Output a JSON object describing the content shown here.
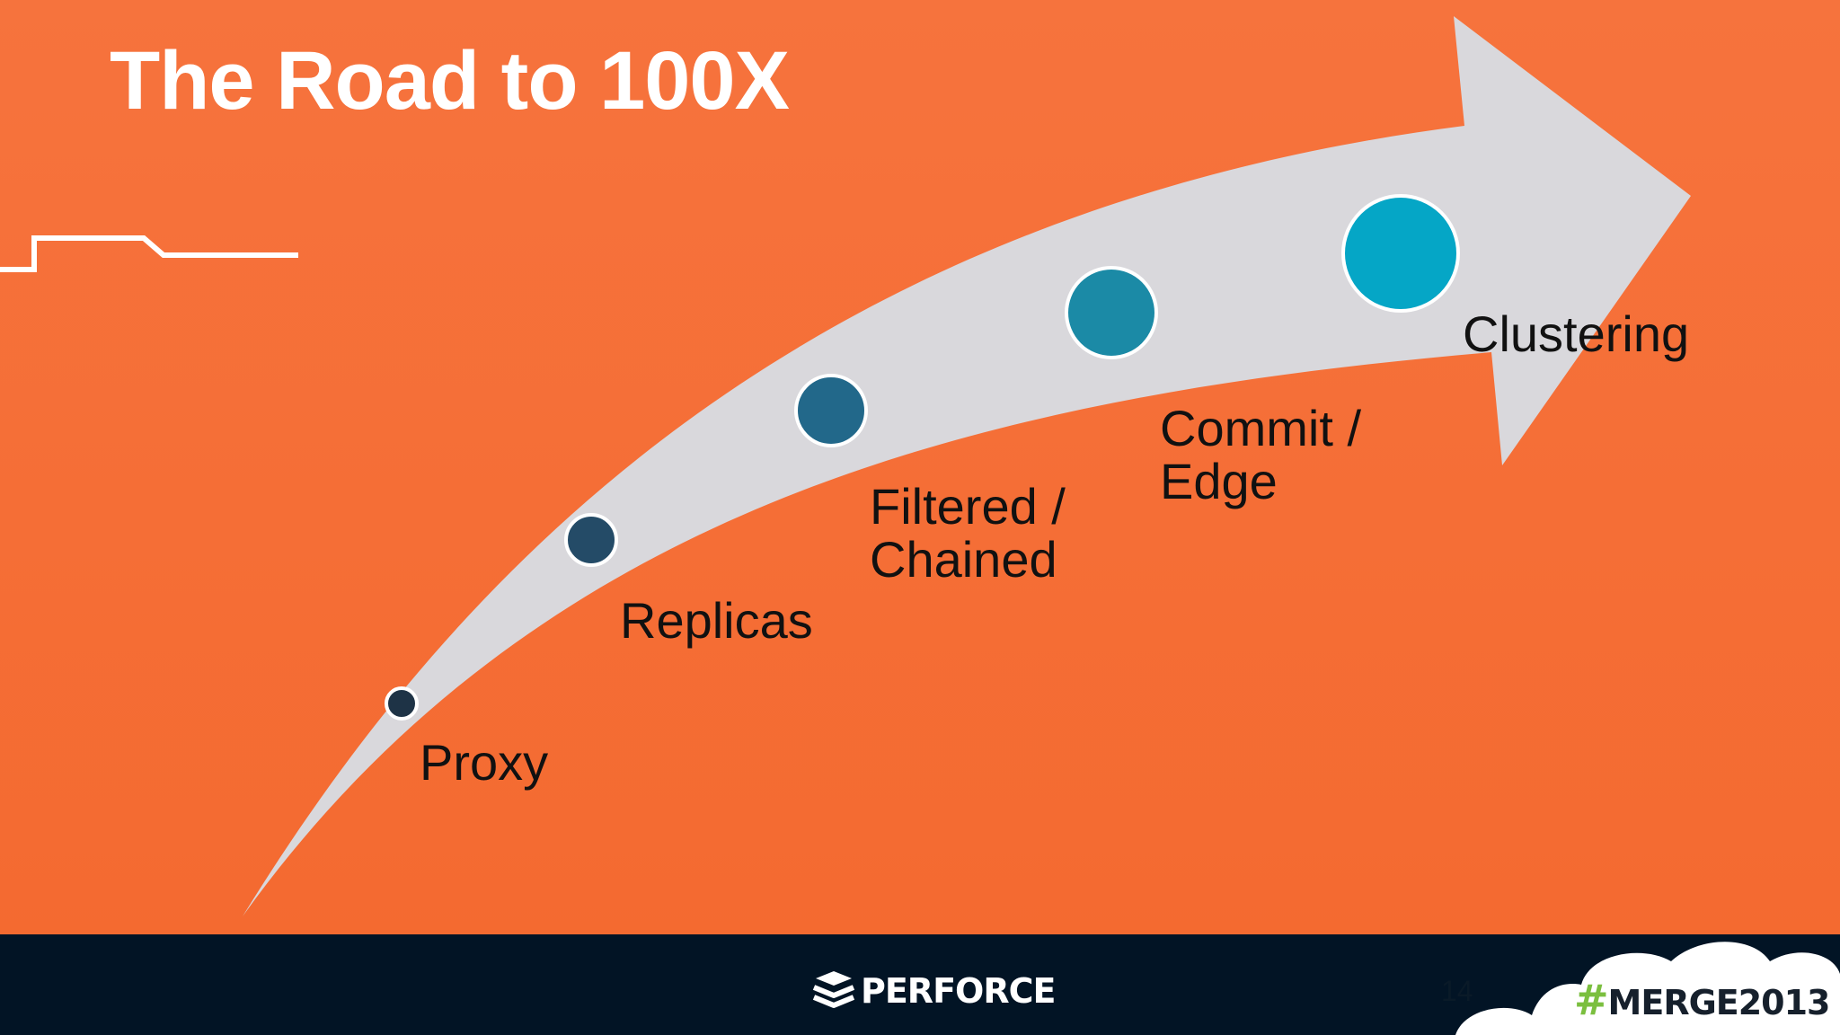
{
  "slide": {
    "title": "The Road to 100X",
    "page_number": "14"
  },
  "steps": [
    {
      "label": "Proxy",
      "color": "#1e3346"
    },
    {
      "label": "Replicas",
      "color": "#244b67"
    },
    {
      "label": "Filtered /\nChained",
      "color": "#22688a"
    },
    {
      "label": "Commit /\nEdge",
      "color": "#1b8aa6"
    },
    {
      "label": "Clustering",
      "color": "#05a6c6"
    }
  ],
  "footer": {
    "brand": "PERFORCE",
    "hashtag_symbol": "#",
    "hashtag_text": "MERGE2013"
  },
  "colors": {
    "background": "#f46c33",
    "arrow": "#d9d8dc",
    "footer": "#021425",
    "hashtag_green": "#7bbf3f"
  }
}
